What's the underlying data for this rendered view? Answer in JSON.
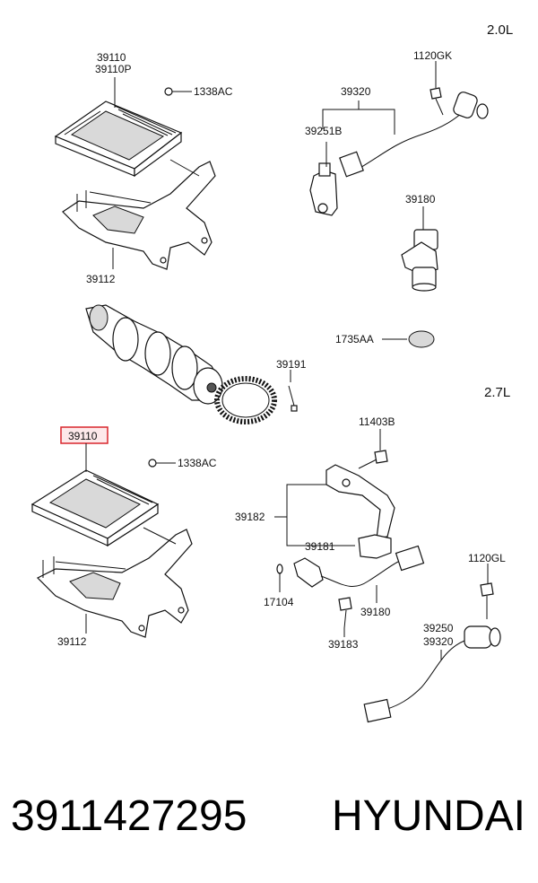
{
  "sections": {
    "top": "2.0L",
    "bottom": "2.7L"
  },
  "labels": {
    "ecu_top_a": "39110",
    "ecu_top_b": "39110P",
    "bolt_top": "1338AC",
    "bracket_top": "39112",
    "knock_top_bolt": "1120GK",
    "harness_top": "39320",
    "sensor_bracket_top": "39251B",
    "cam_sensor_top": "39180",
    "plug": "1735AA",
    "target_wheel_bolt": "39191",
    "ecu_bottom": "39110",
    "bolt_bottom": "1338AC",
    "bracket_bottom": "39112",
    "bolt_11403b": "11403B",
    "bracket_39182": "39182",
    "bracket_39181": "39181",
    "oring": "17104",
    "sensor_bottom": "39180",
    "bolt_39183": "39183",
    "knock_bottom_bolt": "1120GL",
    "knock_bottom_a": "39250",
    "knock_bottom_b": "39320"
  },
  "highlight_color": "#d9262c",
  "footer": {
    "part_number": "3911427295",
    "brand": "HYUNDAI"
  }
}
